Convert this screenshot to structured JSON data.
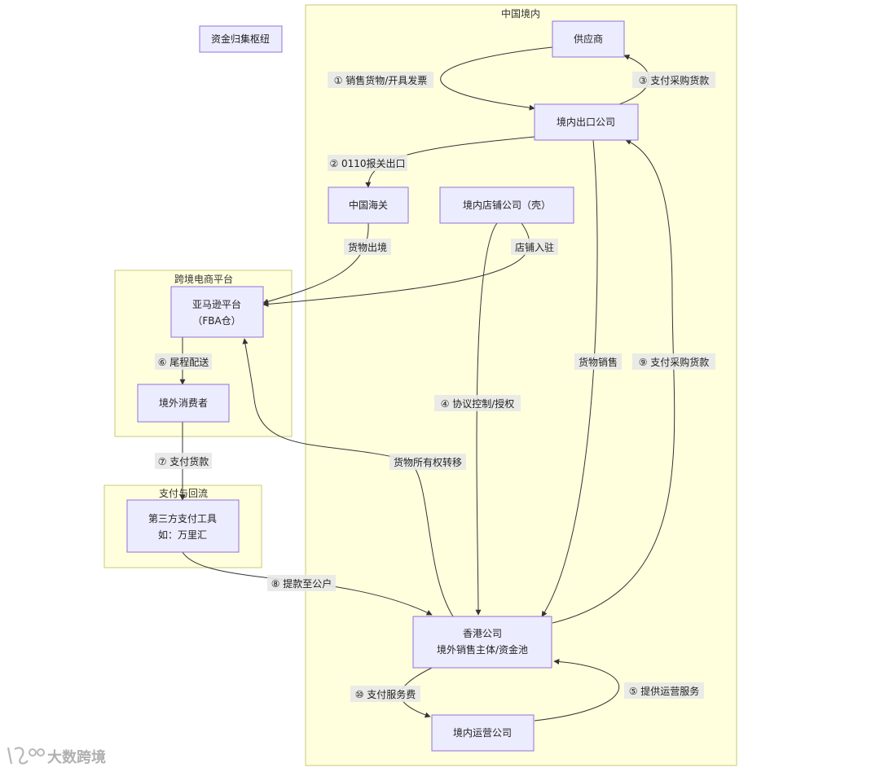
{
  "clusters": {
    "domestic": "中国境内",
    "platform": "跨境电商平台",
    "payment": "支付与回流"
  },
  "nodes": {
    "hub": "资金归集枢纽",
    "supplier": "供应商",
    "export_co": "境内出口公司",
    "customs": "中国海关",
    "shop_co": "境内店铺公司（壳）",
    "amazon_1": "亚马逊平台",
    "amazon_2": "（FBA仓）",
    "consumer": "境外消费者",
    "pay_tool_1": "第三方支付工具",
    "pay_tool_2": "如：万里汇",
    "hk_1": "香港公司",
    "hk_2": "境外销售主体/资金池",
    "ops_co": "境内运营公司"
  },
  "edges": {
    "e1": "① 销售货物/开具发票",
    "e3": "③ 支付采购货款",
    "e2": "② 0110报关出口",
    "goods_exit": "货物出境",
    "shop_entry": "店铺入驻",
    "e6": "⑥ 尾程配送",
    "goods_sale": "货物销售",
    "e9": "⑨ 支付采购货款",
    "e4": "④ 协议控制/授权",
    "e7": "⑦ 支付货款",
    "ownership": "货物所有权转移",
    "e8": "⑧ 提款至公户",
    "e10": "⑩ 支付服务费",
    "e5": "⑤ 提供运营服务"
  },
  "watermark": {
    "logo": "大数跨境"
  },
  "colors": {
    "cluster_fill": "#ffffde",
    "cluster_border": "#c9c97a",
    "node_fill": "#ececff",
    "node_border": "#9370db",
    "edge": "#333333",
    "label_bg": "#e8e8e8"
  }
}
